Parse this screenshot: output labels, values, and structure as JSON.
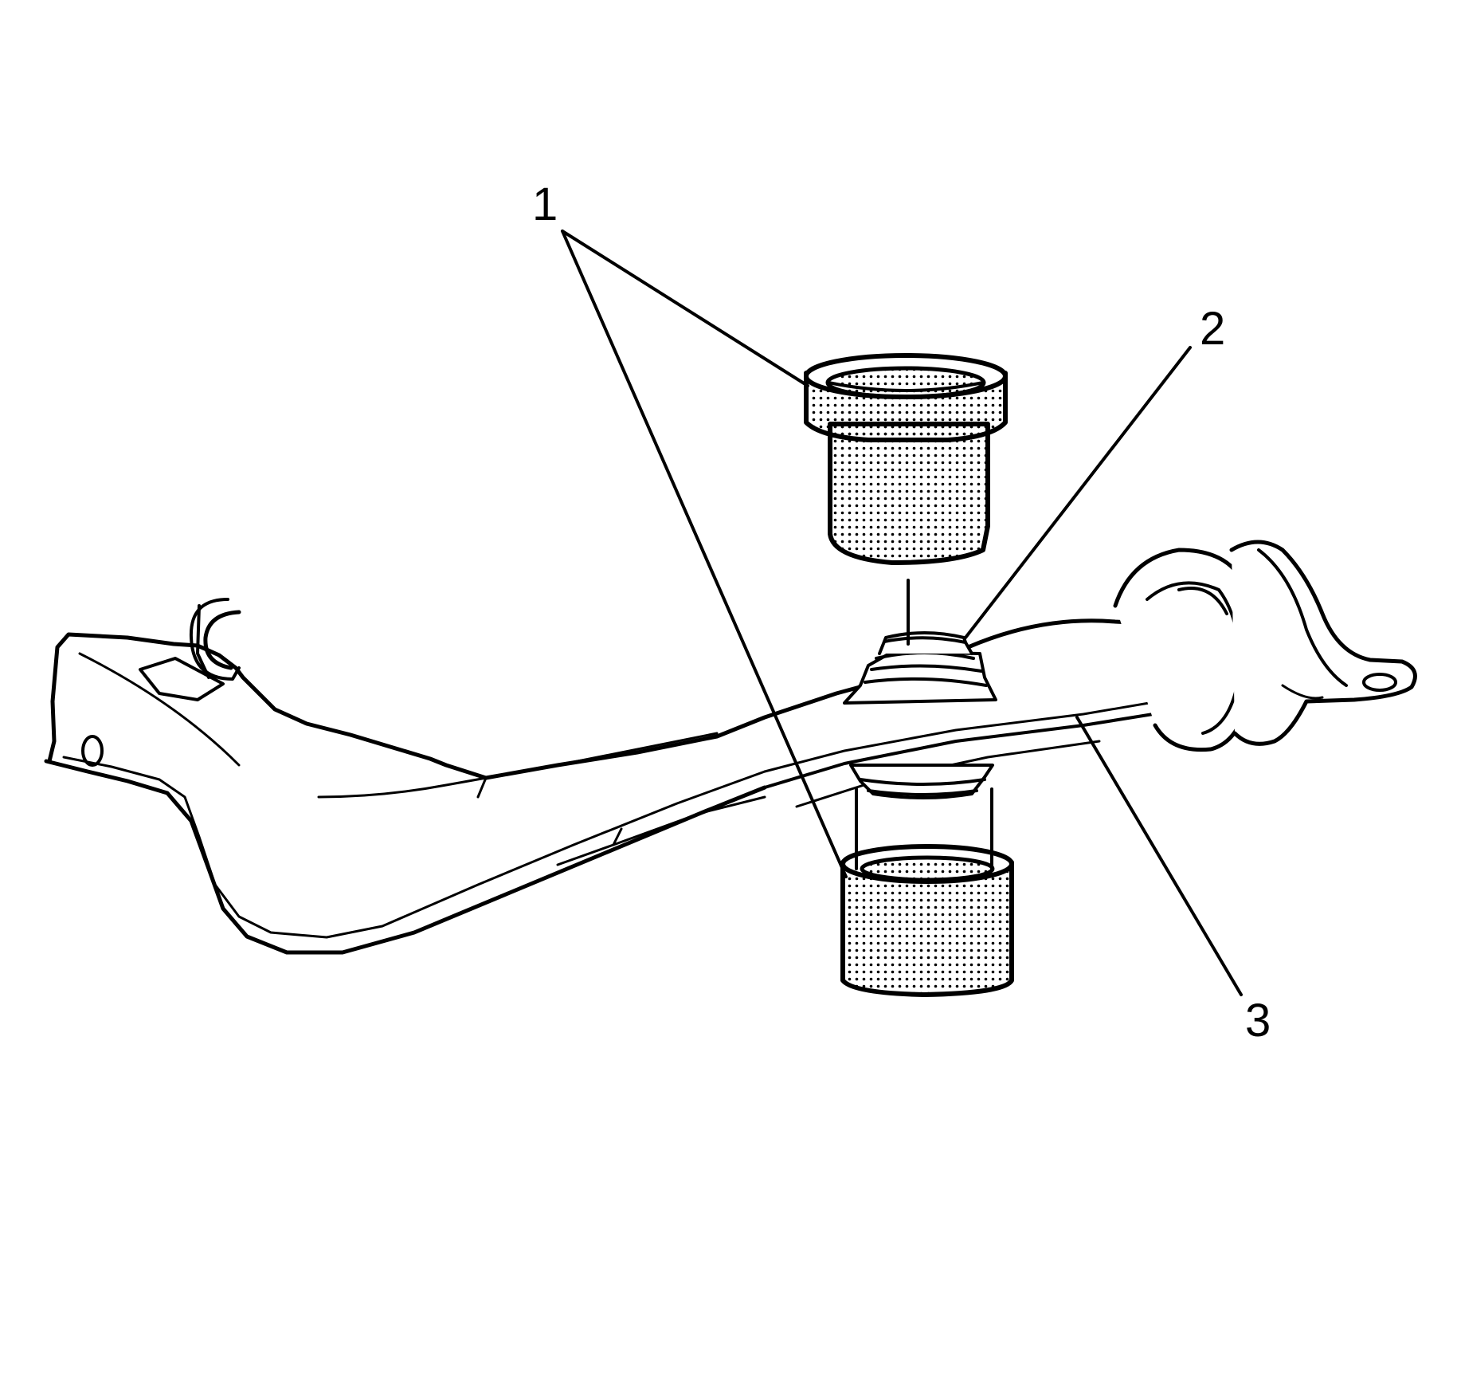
{
  "callouts": {
    "c1": "1",
    "c2": "2",
    "c3": "3"
  },
  "colors": {
    "line": "#000000",
    "background": "#ffffff",
    "stipple": "#000000"
  }
}
